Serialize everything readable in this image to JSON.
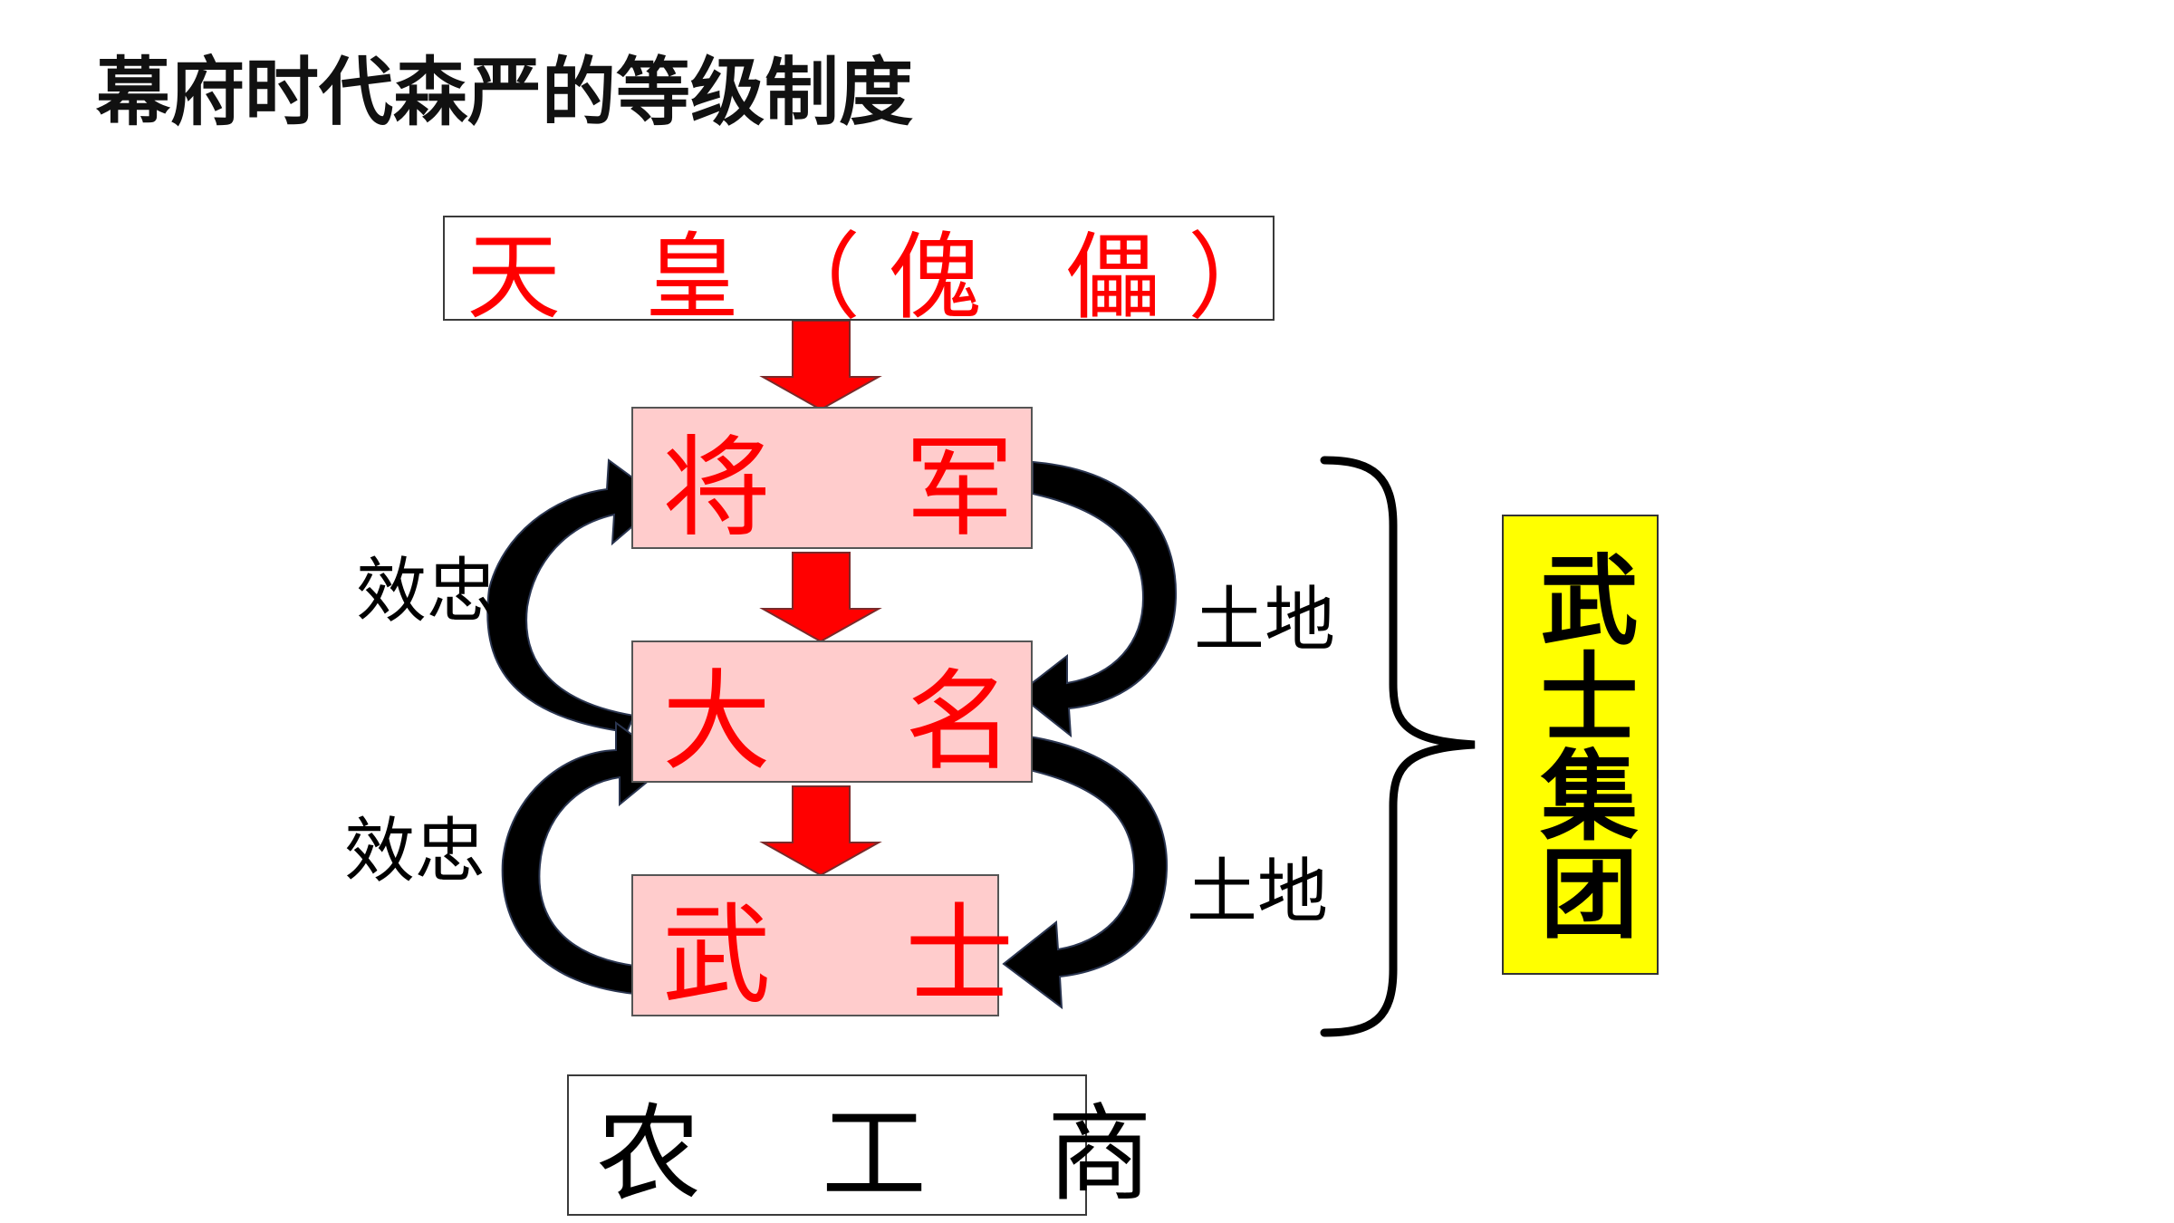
{
  "title": "幕府时代森严的等级制度",
  "hierarchy": {
    "emperor": "天 皇（傀 儡）",
    "shogun": "将 军",
    "daimyo": "大 名",
    "samurai": "武 士",
    "commoners": "农 工 商"
  },
  "relations": {
    "loyalty_upper": "效忠",
    "loyalty_lower": "效忠",
    "land_upper": "土地",
    "land_lower": "土地"
  },
  "group_label": "武士集团",
  "colors": {
    "hierarchy_text": "#ff0000",
    "hierarchy_fill": "#ffcccc",
    "down_arrow": "#ff0000",
    "curved_arrow": "#000000",
    "group_fill": "#ffff00"
  }
}
